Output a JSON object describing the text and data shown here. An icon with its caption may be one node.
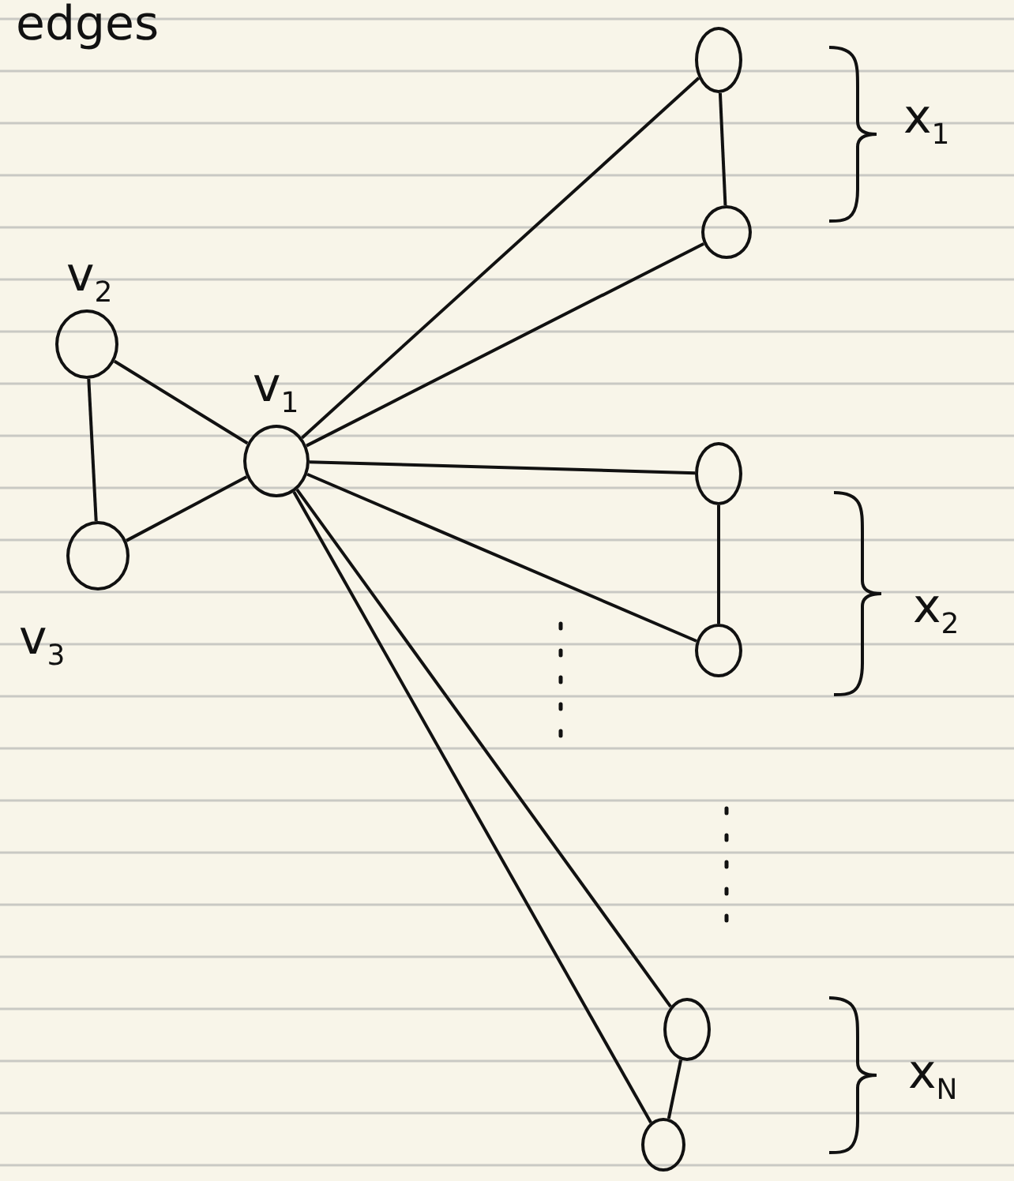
{
  "diagram": {
    "nodes": [
      {
        "text": [],
        "shape": "circle",
        "beside": [
          "v$_{2}$"
        ]
      },
      {
        "text": [],
        "shape": "circle",
        "beside": [
          "v$_{1}$"
        ]
      },
      {
        "text": [],
        "shape": "circle",
        "beside": [
          "v$_{3}$"
        ]
      },
      {
        "text": [],
        "shape": "circle"
      },
      {
        "text": [],
        "shape": "circle"
      },
      {
        "text": [],
        "shape": "circle"
      },
      {
        "text": [],
        "shape": "circle"
      },
      {
        "text": [],
        "shape": "circle"
      },
      {
        "text": [],
        "shape": "circle"
      }
    ],
    "edges": [
      {
        "from": 0,
        "to": 1,
        "arrow": "none"
      },
      {
        "from": 0,
        "to": 2,
        "arrow": "none"
      },
      {
        "from": 2,
        "to": 1,
        "arrow": "none"
      },
      {
        "from": 1,
        "to": 3,
        "arrow": "none"
      },
      {
        "from": 1,
        "to": 4,
        "arrow": "none"
      },
      {
        "from": 1,
        "to": 5,
        "arrow": "none"
      },
      {
        "from": 1,
        "to": 6,
        "arrow": "none"
      },
      {
        "from": 1,
        "to": 7,
        "arrow": "none"
      },
      {
        "from": 1,
        "to": 8,
        "arrow": "none"
      },
      {
        "from": 3,
        "to": 4,
        "arrow": "none"
      },
      {
        "from": 5,
        "to": 6,
        "arrow": "none"
      },
      {
        "from": 7,
        "to": 8,
        "arrow": "none"
      }
    ],
    "labels": [
      "edges",
      "x$_{1}$",
      "x$_{2}$",
      "x$_{N}$"
    ]
  }
}
